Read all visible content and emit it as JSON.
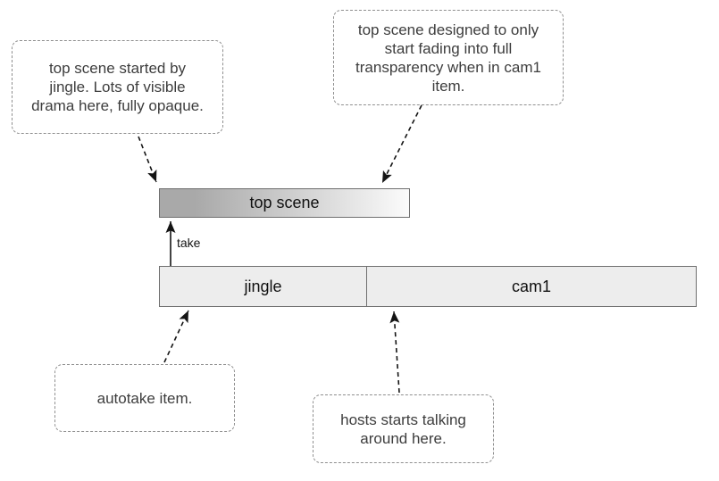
{
  "callouts": {
    "top_left": {
      "text": "top scene started by\njingle. Lots of visible\ndrama here, fully opaque."
    },
    "top_right": {
      "text": "top scene designed to only\nstart fading into full\ntransparency when in cam1\nitem."
    },
    "bottom_left": {
      "text": "autotake item."
    },
    "bottom_right": {
      "text": "hosts starts talking\naround here."
    }
  },
  "timeline": {
    "top_bar": {
      "label": "top scene"
    },
    "bottom_bar": {
      "segments": [
        {
          "label": "jingle"
        },
        {
          "label": "cam1"
        }
      ]
    },
    "take_arrow_label": "take"
  },
  "colors": {
    "callout_border": "#8f8f8f",
    "callout_text": "#3d3d3d",
    "bar_border": "#6f6f6f",
    "bar_fill": "#ededed",
    "top_bar_gradient_start": "#a9a9a9",
    "top_bar_gradient_end": "#fbfbfb",
    "arrow": "#141414",
    "bar_label": "#101010"
  }
}
